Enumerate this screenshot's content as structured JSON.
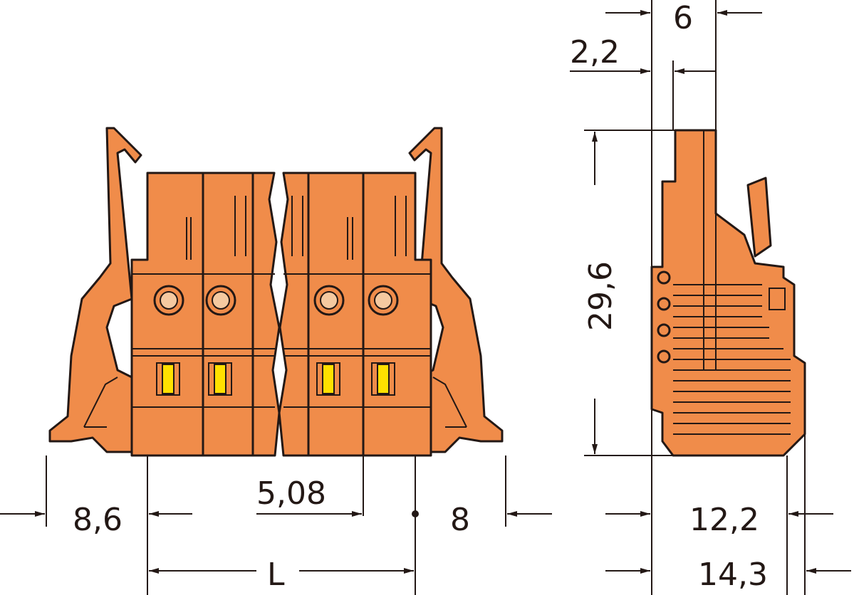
{
  "dimensions": {
    "width_side": "6",
    "offset_side": "2,2",
    "height": "29,6",
    "clip_left": "8,6",
    "pitch": "5,08",
    "clip_right": "8",
    "length": "L",
    "depth": "12,2",
    "depth_total": "14,3"
  },
  "colors": {
    "housing": "#F08C4A",
    "outline": "#231815",
    "release_slot": "#FFE000"
  }
}
